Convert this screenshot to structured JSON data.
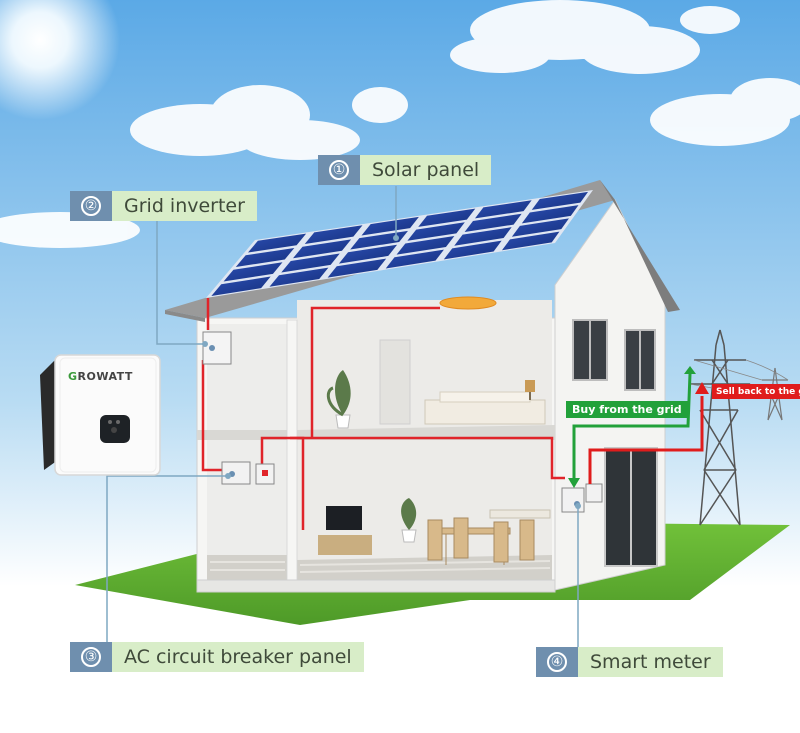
{
  "callouts": [
    {
      "num": "①",
      "label": "Solar panel"
    },
    {
      "num": "②",
      "label": "Grid inverter"
    },
    {
      "num": "③",
      "label": "AC circuit breaker panel"
    },
    {
      "num": "④",
      "label": "Smart meter"
    }
  ],
  "grid_labels": {
    "buy": "Buy from the grid",
    "sell": "Sell back to the grid"
  },
  "inverter_brand": {
    "prefix": "G",
    "rest": "ROWATT"
  },
  "colors": {
    "callout_number_bg": "#6f8fae",
    "callout_label_bg": "#d8edc8",
    "buy_line": "#22a13a",
    "sell_line": "#e01c1c",
    "wiring": "#e0242a",
    "solar_panel": "#1f3a93",
    "grass": "#5fb030",
    "sky": "#8ec5ee"
  },
  "icons": [
    "sun-icon",
    "power-tower-icon",
    "inverter-device-icon",
    "ceiling-lamp-icon",
    "plant-icon",
    "television-icon"
  ]
}
